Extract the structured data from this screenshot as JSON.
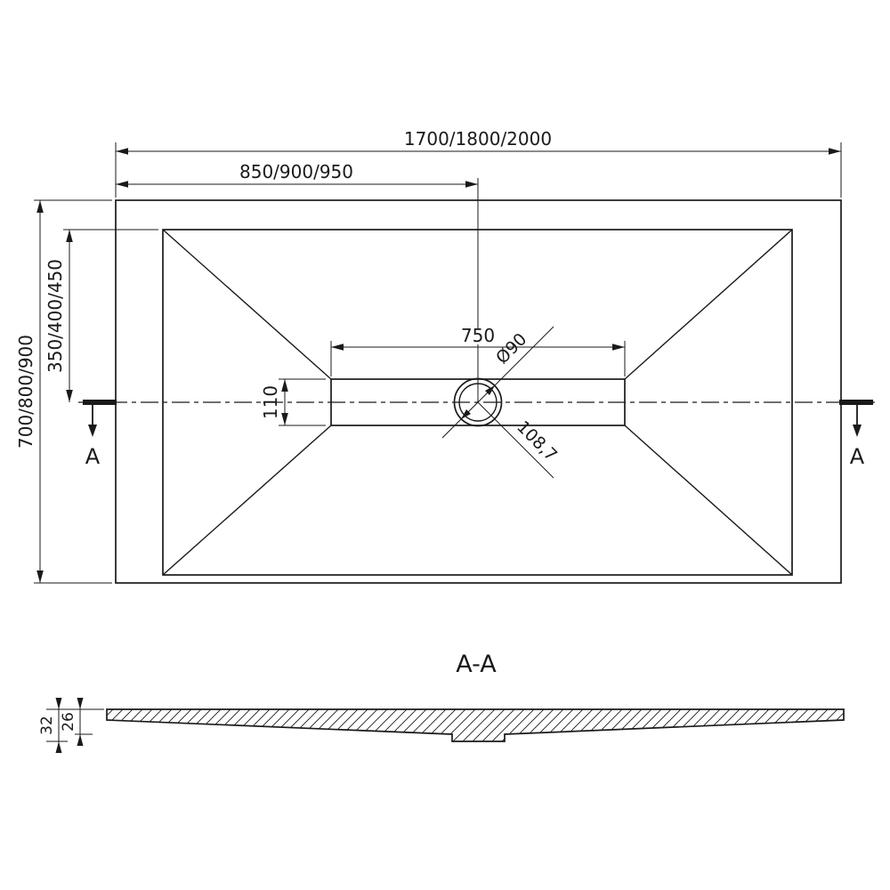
{
  "colors": {
    "line": "#1a1a1a",
    "background": "#ffffff"
  },
  "top_view": {
    "dim_width_overall": "1700/1800/2000",
    "dim_width_to_drain": "850/900/950",
    "dim_depth_overall": "700/800/900",
    "dim_depth_to_drain": "350/400/450",
    "dim_channel_length": "750",
    "dim_channel_width": "110",
    "dim_drain_diameter": "Ø90",
    "dim_drain_outer_diameter": "108,7",
    "section_marker_left": "A",
    "section_marker_right": "A"
  },
  "section_view": {
    "title": "A-A",
    "dim_height_total": "32",
    "dim_height_body": "26"
  }
}
